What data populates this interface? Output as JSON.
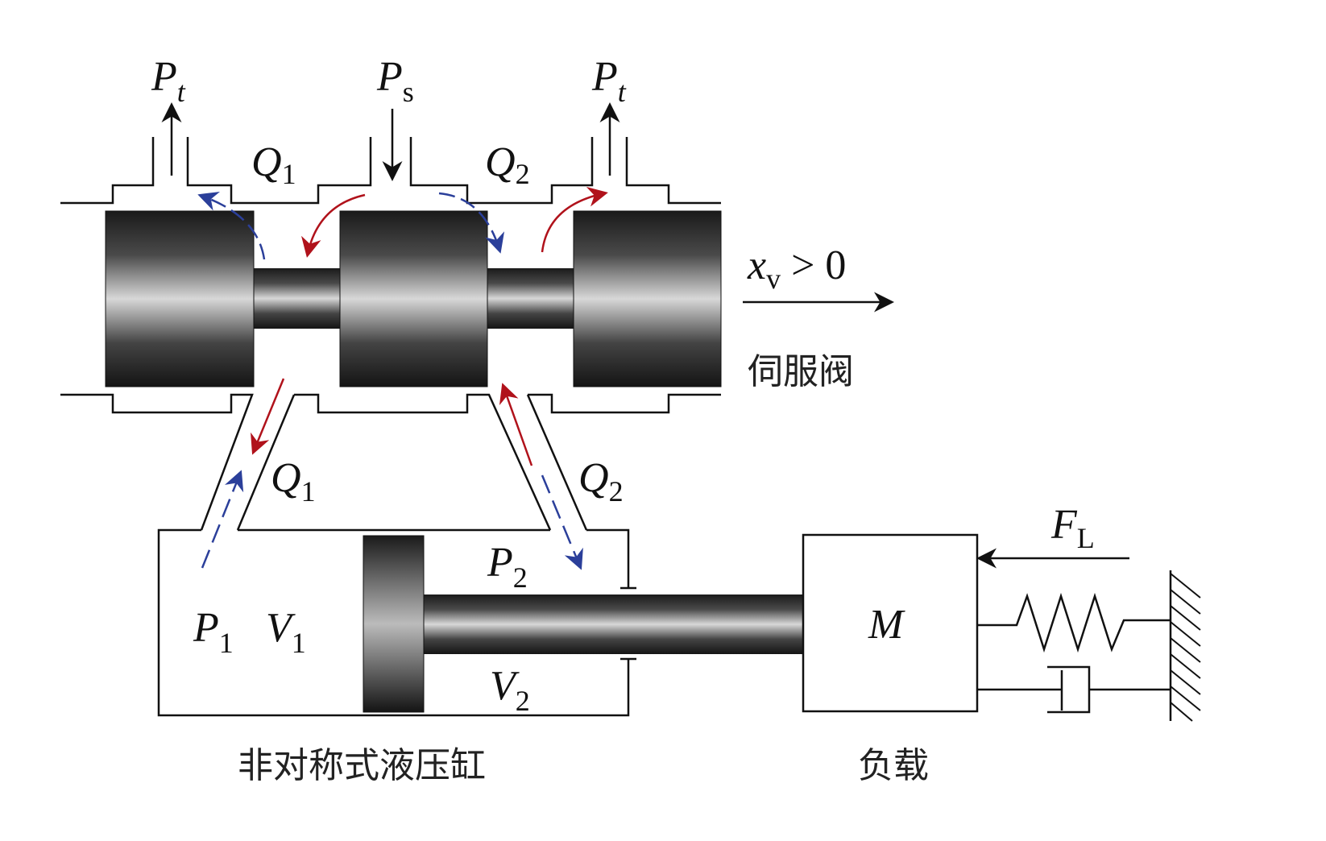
{
  "valve": {
    "pt_left": "P",
    "pt_left_sub": "t",
    "ps": "P",
    "ps_sub": "s",
    "pt_right": "P",
    "pt_right_sub": "t",
    "q1_top": "Q",
    "q1_top_sub": "1",
    "q2_top": "Q",
    "q2_top_sub": "2",
    "displacement": "x",
    "displacement_sub": "v",
    "displacement_cond": " > 0",
    "name": "伺服阀"
  },
  "cylinder": {
    "q1": "Q",
    "q1_sub": "1",
    "q2": "Q",
    "q2_sub": "2",
    "p1": "P",
    "p1_sub": "1",
    "v1": "V",
    "v1_sub": "1",
    "p2": "P",
    "p2_sub": "2",
    "v2": "V",
    "v2_sub": "2",
    "name": "非对称式液压缸"
  },
  "load": {
    "mass": "M",
    "force": "F",
    "force_sub": "L",
    "name": "负载"
  },
  "colors": {
    "flow_red": "#b0121b",
    "flow_blue": "#2b3f9a",
    "spool": "#1e1e1e"
  }
}
